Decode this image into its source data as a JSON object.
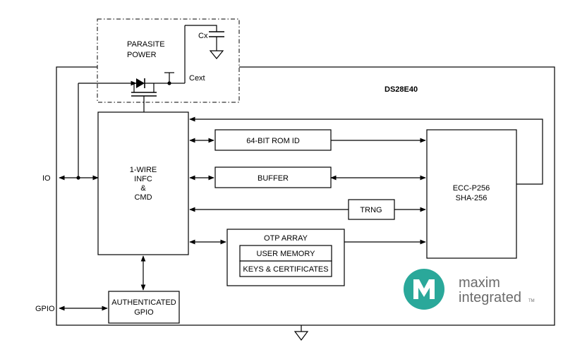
{
  "chip": {
    "part_number": "DS28E40"
  },
  "blocks": {
    "parasite_power": [
      "PARASITE",
      "POWER"
    ],
    "cx": "Cx",
    "cext": "Cext",
    "one_wire": [
      "1-WIRE",
      "INFC",
      "&",
      "CMD"
    ],
    "rom_id": "64-BIT ROM ID",
    "buffer": "BUFFER",
    "trng": "TRNG",
    "otp_array": "OTP ARRAY",
    "user_memory": "USER MEMORY",
    "keys_certs": "KEYS & CERTIFICATES",
    "crypto": [
      "ECC-P256",
      "SHA-256"
    ],
    "auth_gpio": [
      "AUTHENTICATED",
      "GPIO"
    ]
  },
  "pins": {
    "io": "IO",
    "gpio": "GPIO"
  },
  "logo": {
    "line1": "maxim",
    "line2": "integrated",
    "tm": "TM",
    "accent_color": "#2aa89a"
  }
}
